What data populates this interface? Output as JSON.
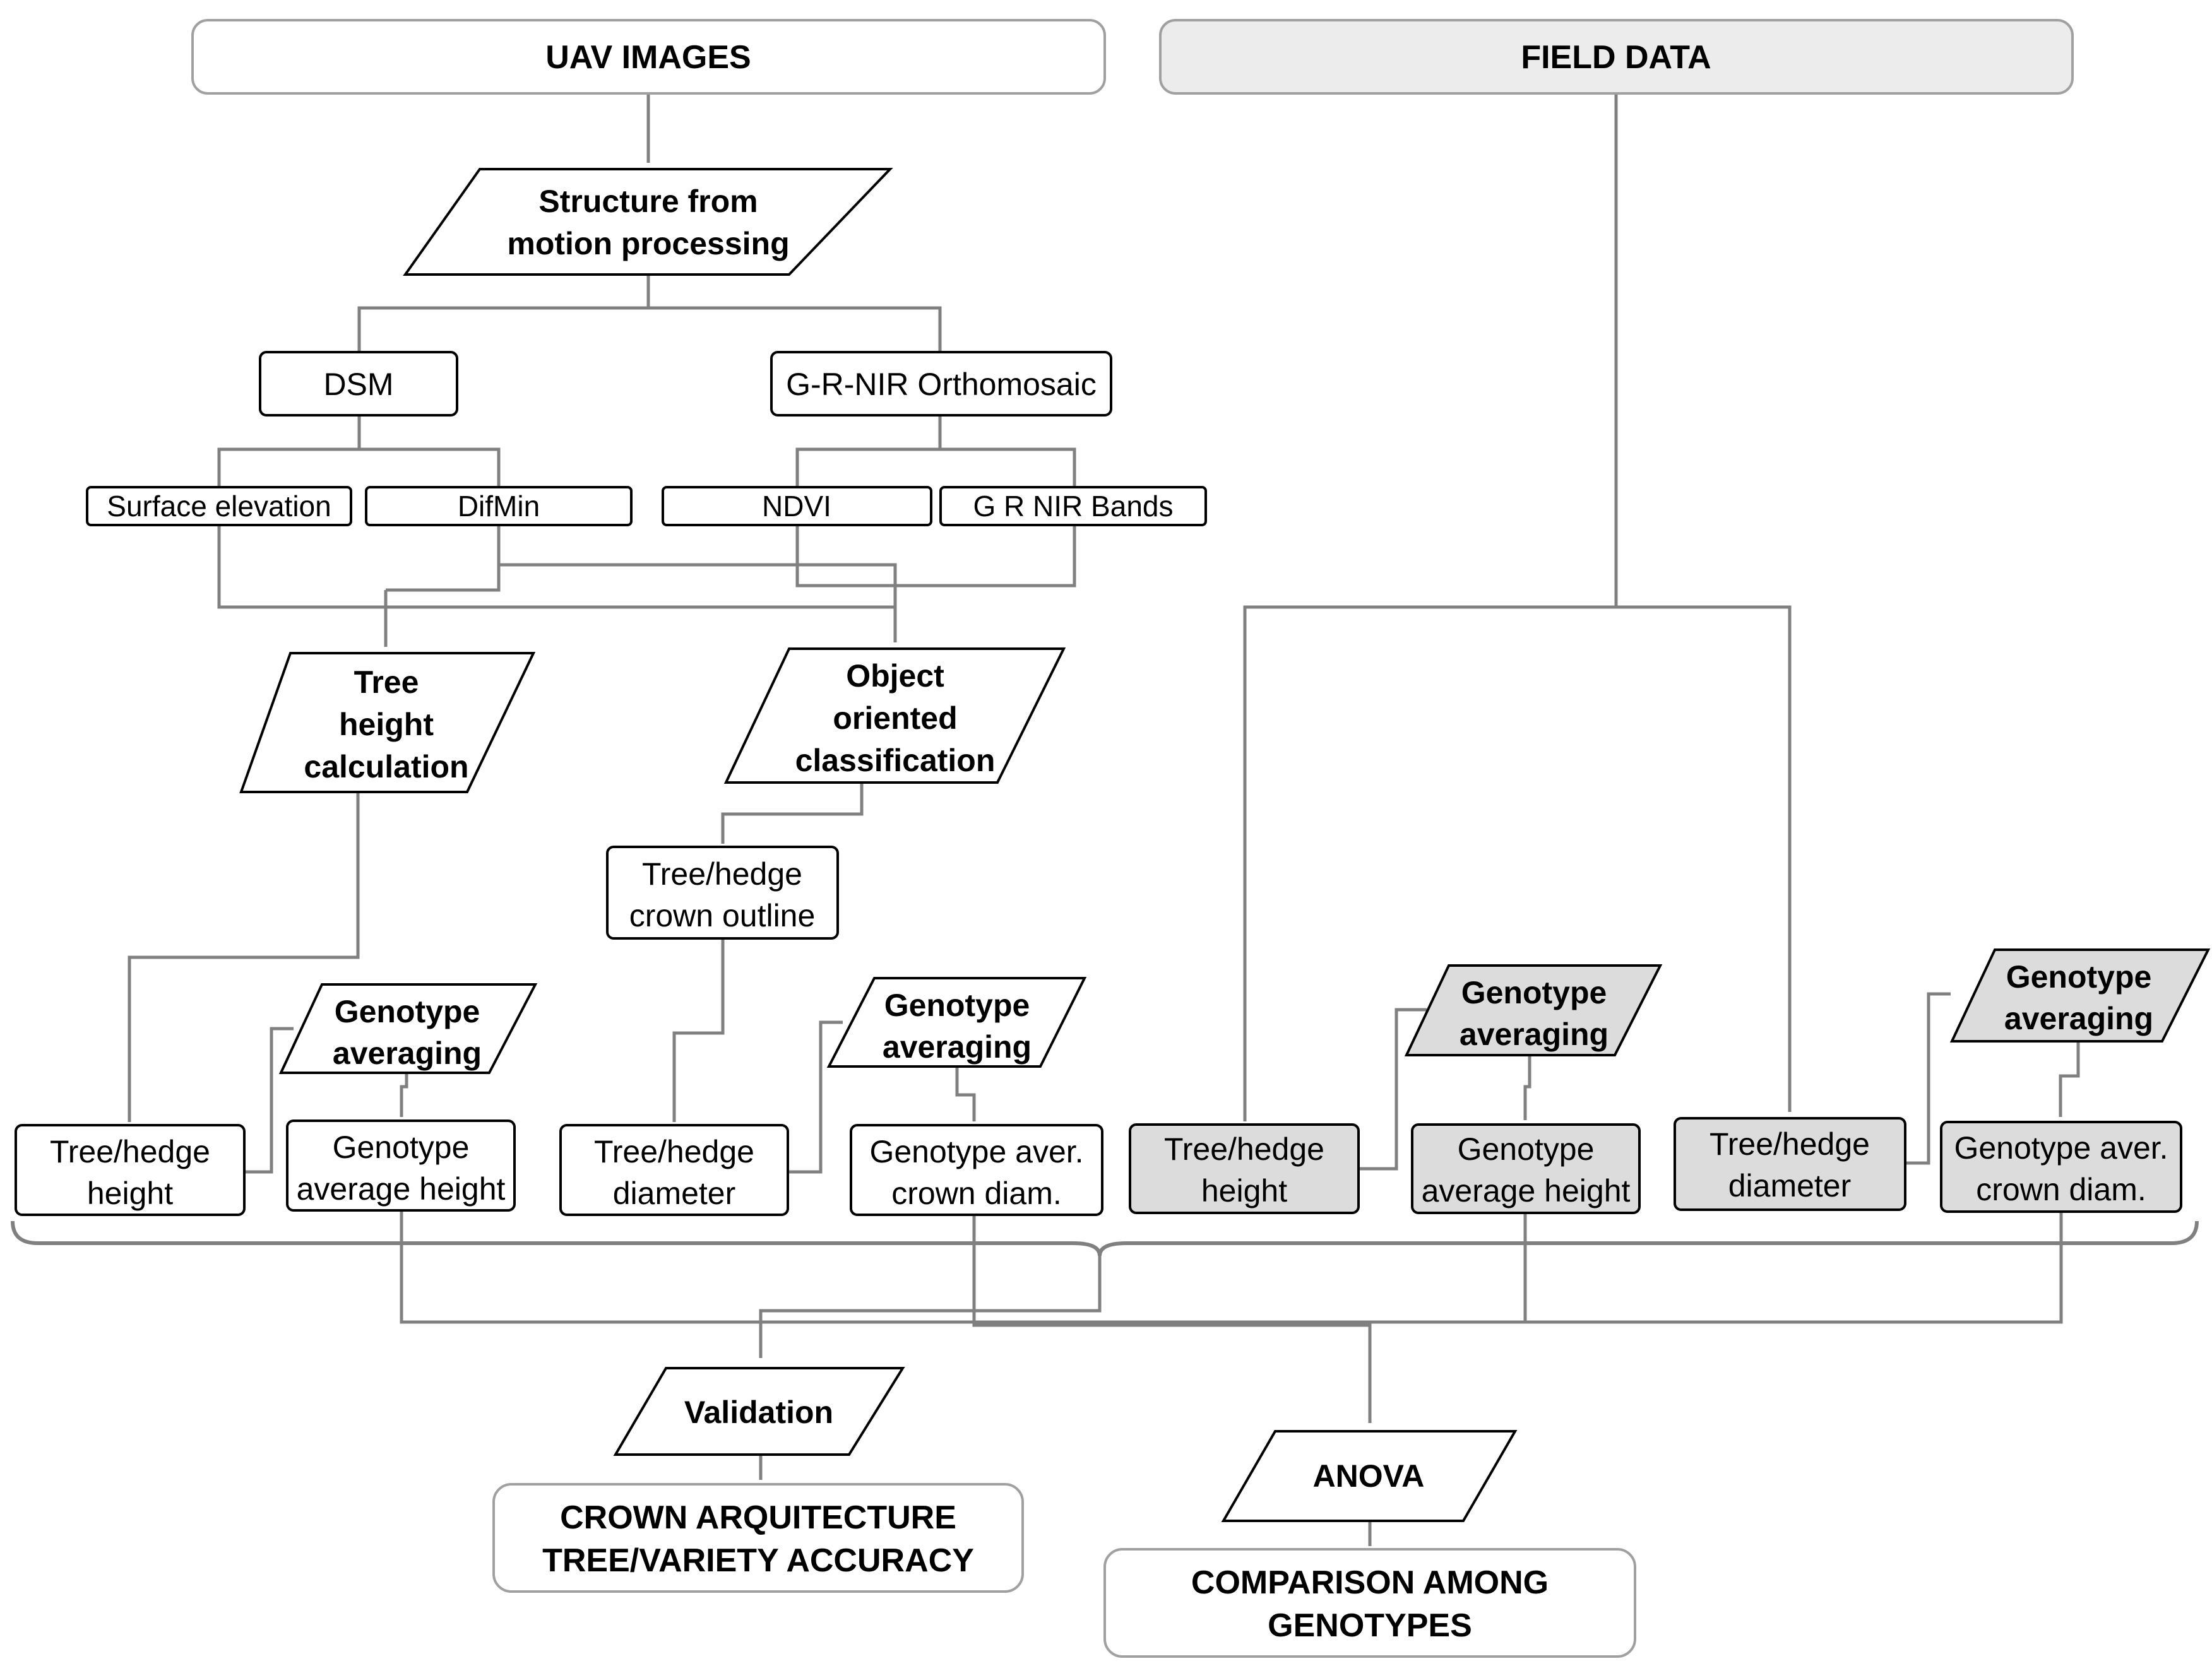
{
  "headers": {
    "uav": "UAV IMAGES",
    "field": "FIELD DATA"
  },
  "processes": {
    "sfm": [
      "Structure from",
      "motion processing"
    ],
    "tree_height_calc": [
      "Tree",
      "height",
      "calculation"
    ],
    "object_oriented": [
      "Object",
      "oriented",
      "classification"
    ],
    "geno_avg_1": [
      "Genotype",
      "averaging"
    ],
    "geno_avg_2": [
      "Genotype",
      "averaging"
    ],
    "geno_avg_3": [
      "Genotype",
      "averaging"
    ],
    "geno_avg_4": [
      "Genotype",
      "averaging"
    ],
    "validation": "Validation",
    "anova": "ANOVA"
  },
  "boxes": {
    "dsm": "DSM",
    "orthomosaic": "G-R-NIR Orthomosaic",
    "surface_elevation": "Surface elevation",
    "difmin": "DifMin",
    "ndvi": "NDVI",
    "grnir_bands": "G R NIR Bands",
    "crown_outline": [
      "Tree/hedge",
      "crown outline"
    ],
    "uav_height": [
      "Tree/hedge",
      "height"
    ],
    "uav_geno_height": [
      "Genotype",
      "average height"
    ],
    "uav_diameter": [
      "Tree/hedge",
      "diameter"
    ],
    "uav_geno_crown": [
      "Genotype aver.",
      "crown diam."
    ],
    "field_height": [
      "Tree/hedge",
      "height"
    ],
    "field_geno_height": [
      "Genotype",
      "average height"
    ],
    "field_diameter": [
      "Tree/hedge",
      "diameter"
    ],
    "field_geno_crown": [
      "Genotype aver.",
      "crown diam."
    ]
  },
  "outputs": {
    "crown": [
      "CROWN ARQUITECTURE",
      "TREE/VARIETY ACCURACY"
    ],
    "comparison": [
      "COMPARISON AMONG",
      "GENOTYPES"
    ]
  },
  "colors": {
    "line": "#808080",
    "field_fill": "#dcdcdc",
    "header_field_fill": "#ececec",
    "stroke": "#000000"
  }
}
